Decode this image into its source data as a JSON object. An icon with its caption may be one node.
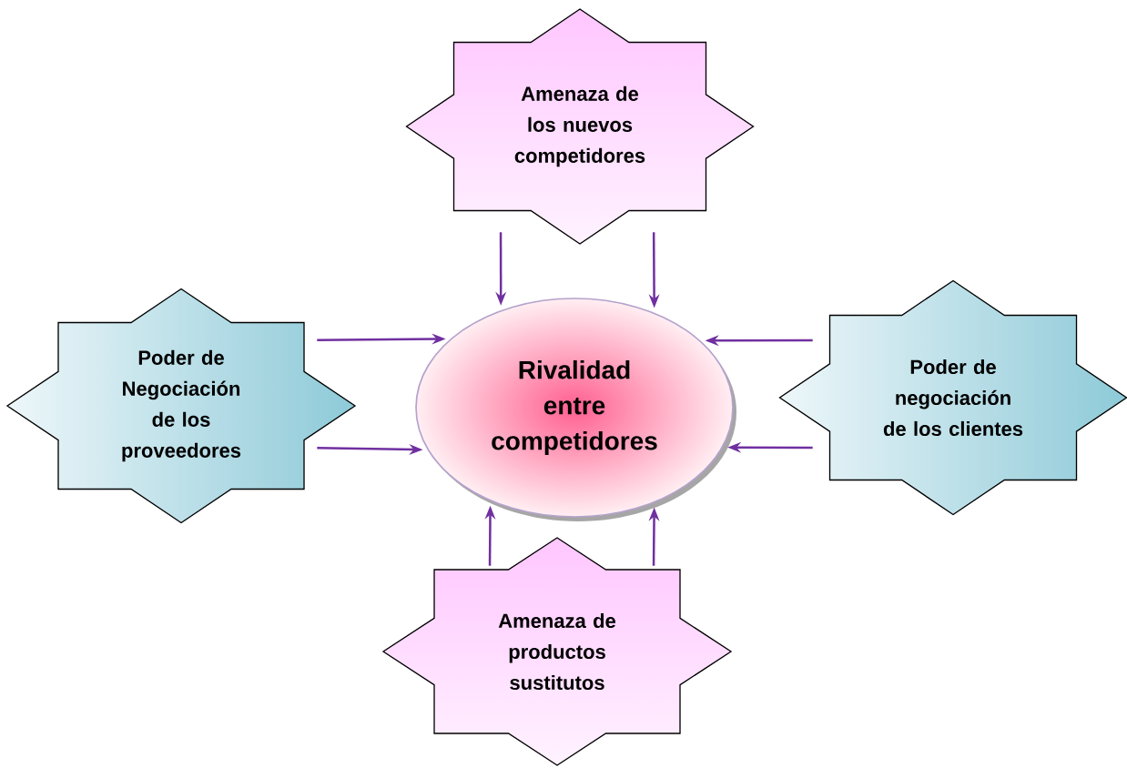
{
  "diagram": {
    "nodes": [
      {
        "text": [
          "Amenaza de los nuevos competidores"
        ]
      },
      {
        "text": [
          "Poder de Negociación de los proveedores"
        ]
      },
      {
        "text": [
          "Rivalidad entre competidores"
        ]
      },
      {
        "text": [
          "Poder de negociación de los clientes"
        ]
      },
      {
        "text": [
          "Amenaza de productos sustitutos"
        ]
      }
    ],
    "edges": [
      {
        "from": 0,
        "to": 2,
        "arrow": "to"
      },
      {
        "from": 0,
        "to": 2,
        "arrow": "to"
      },
      {
        "from": 1,
        "to": 2,
        "arrow": "to"
      },
      {
        "from": 1,
        "to": 2,
        "arrow": "to"
      },
      {
        "from": 3,
        "to": 2,
        "arrow": "to"
      },
      {
        "from": 3,
        "to": 2,
        "arrow": "to"
      },
      {
        "from": 4,
        "to": 2,
        "arrow": "to"
      },
      {
        "from": 4,
        "to": 2,
        "arrow": "to"
      }
    ]
  }
}
